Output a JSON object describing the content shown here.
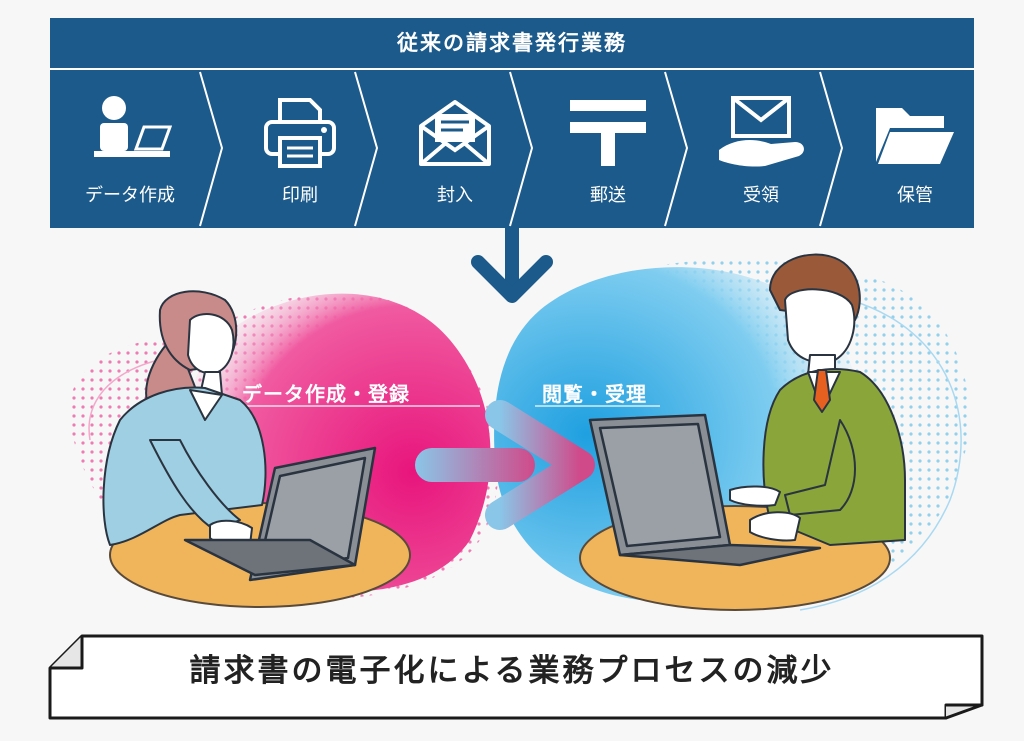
{
  "banner": {
    "title": "従来の請求書発行業務",
    "steps": [
      {
        "label": "データ作成",
        "icon": "person-at-desk-icon"
      },
      {
        "label": "印刷",
        "icon": "printer-icon"
      },
      {
        "label": "封入",
        "icon": "envelope-letter-icon"
      },
      {
        "label": "郵送",
        "icon": "postal-mark-icon"
      },
      {
        "label": "受領",
        "icon": "hand-envelope-icon"
      },
      {
        "label": "保管",
        "icon": "folder-icon"
      }
    ]
  },
  "left_scene": {
    "label": "データ作成・登録"
  },
  "right_scene": {
    "label": "閲覧・受理"
  },
  "footer": {
    "text": "請求書の電子化による業務プロセスの減少"
  },
  "colors": {
    "banner": "#1b5a8a",
    "pink": "#e8157c",
    "blue": "#2fa8e0",
    "desk": "#f0b55a"
  }
}
